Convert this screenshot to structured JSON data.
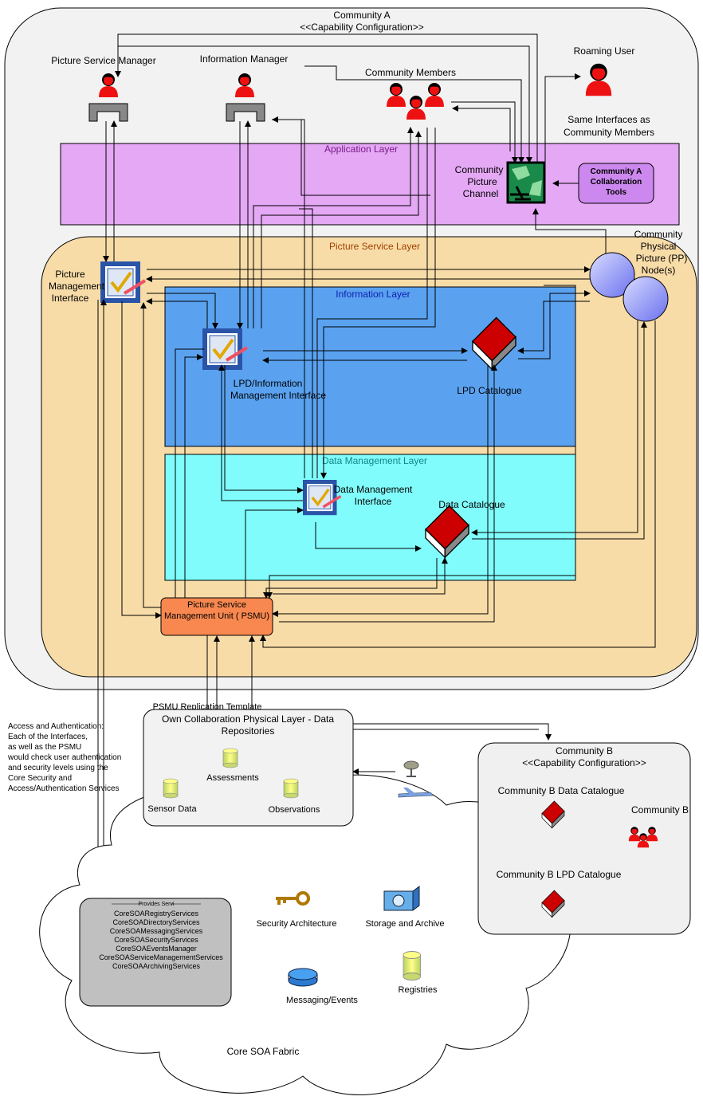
{
  "community_a": {
    "title": "Community A",
    "subtitle": "<<Capability Configuration>>"
  },
  "roles": {
    "picture_service_manager": "Picture Service Manager",
    "information_manager": "Information Manager",
    "community_members": "Community Members",
    "roaming_user": "Roaming User",
    "roaming_note_1": "Same Interfaces as",
    "roaming_note_2": "Community Members"
  },
  "layers": {
    "application": "Application Layer",
    "picture_service": "Picture Service Layer",
    "information": "Information  Layer",
    "data_management": "Data Management Layer"
  },
  "components": {
    "channel_1": "Community",
    "channel_2": "Picture",
    "channel_3": "Channel",
    "collab_1": "Community A",
    "collab_2": "Collaboration",
    "collab_3": "Tools",
    "pp_1": "Community",
    "pp_2": "Physical",
    "pp_3": "Picture (PP)",
    "pp_4": "Node(s)",
    "pmi_1": "Picture",
    "pmi_2": "Management",
    "pmi_3": "Interface",
    "lpd_int_1": "LPD/Information",
    "lpd_int_2": "Management Interface",
    "lpd_catalogue": "LPD Catalogue",
    "dmi_1": "Data Management",
    "dmi_2": "Interface",
    "data_catalogue": "Data Catalogue",
    "psmu_1": "Picture Service",
    "psmu_2": "Management Unit ( PSMU)"
  },
  "replication_template": "PSMU Replication Template",
  "access_note": [
    "Access and Authentication:",
    "Each of the Interfaces,",
    "as well as the PSMU",
    "would check user authentication",
    "and security levels using the",
    "Core Security and",
    "Access/Authentication Services"
  ],
  "physical_layer": {
    "title_1": "Own Collaboration Physical Layer - Data",
    "title_2": "Repositories",
    "assessments": "Assessments",
    "sensor_data": "Sensor Data",
    "observations": "Observations"
  },
  "community_b": {
    "title": "Community B",
    "subtitle": "<<Capability Configuration>>",
    "data_catalogue": "Community B Data Catalogue",
    "members": "Community B",
    "lpd_catalogue": "Community B LPD Catalogue"
  },
  "services": {
    "header": "Provides Servi",
    "items": [
      "CoreSOARegistryServices",
      "CoreSOADirectoryServices",
      "CoreSOAMessagingServices",
      "CoreSOASecurityServices",
      "CoreSOAEventsManager",
      "CoreSOAServiceManagementServices",
      "CoreSOAArchivingServices"
    ]
  },
  "cloud": {
    "security": "Security Architecture",
    "storage": "Storage and Archive",
    "messaging": "Messaging/Events",
    "registries": "Registries",
    "fabric": "Core SOA Fabric"
  },
  "colors": {
    "application_layer": "#e4a8f4",
    "picture_service_layer": "#f8dca8",
    "information_layer": "#5aa2f0",
    "data_layer": "#80fcfc",
    "psmu": "#f88850",
    "collab_tools": "#cc88ee",
    "person": "#ee1111",
    "catalogue": "#cc0000"
  }
}
